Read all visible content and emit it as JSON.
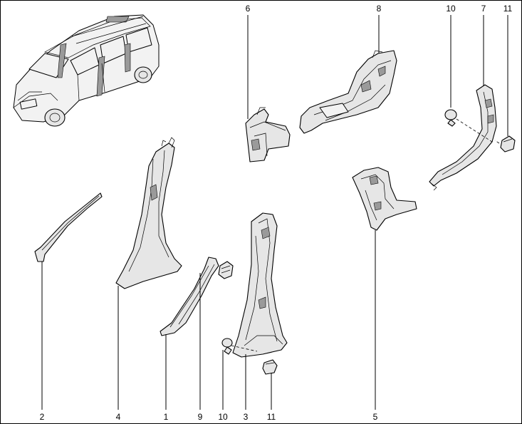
{
  "callouts": {
    "c1": "1",
    "c2": "2",
    "c3": "3",
    "c4": "4",
    "c5": "5",
    "c6": "6",
    "c7": "7",
    "c8": "8",
    "c9": "9",
    "c10_top": "10",
    "c10_bottom": "10",
    "c11_top": "11",
    "c11_bottom": "11"
  },
  "icons": {
    "vehicle": "car-outline-icon"
  },
  "colors": {
    "line": "#000000",
    "part_fill": "#e6e6e6",
    "highlight_fill": "#1a1a1a"
  }
}
